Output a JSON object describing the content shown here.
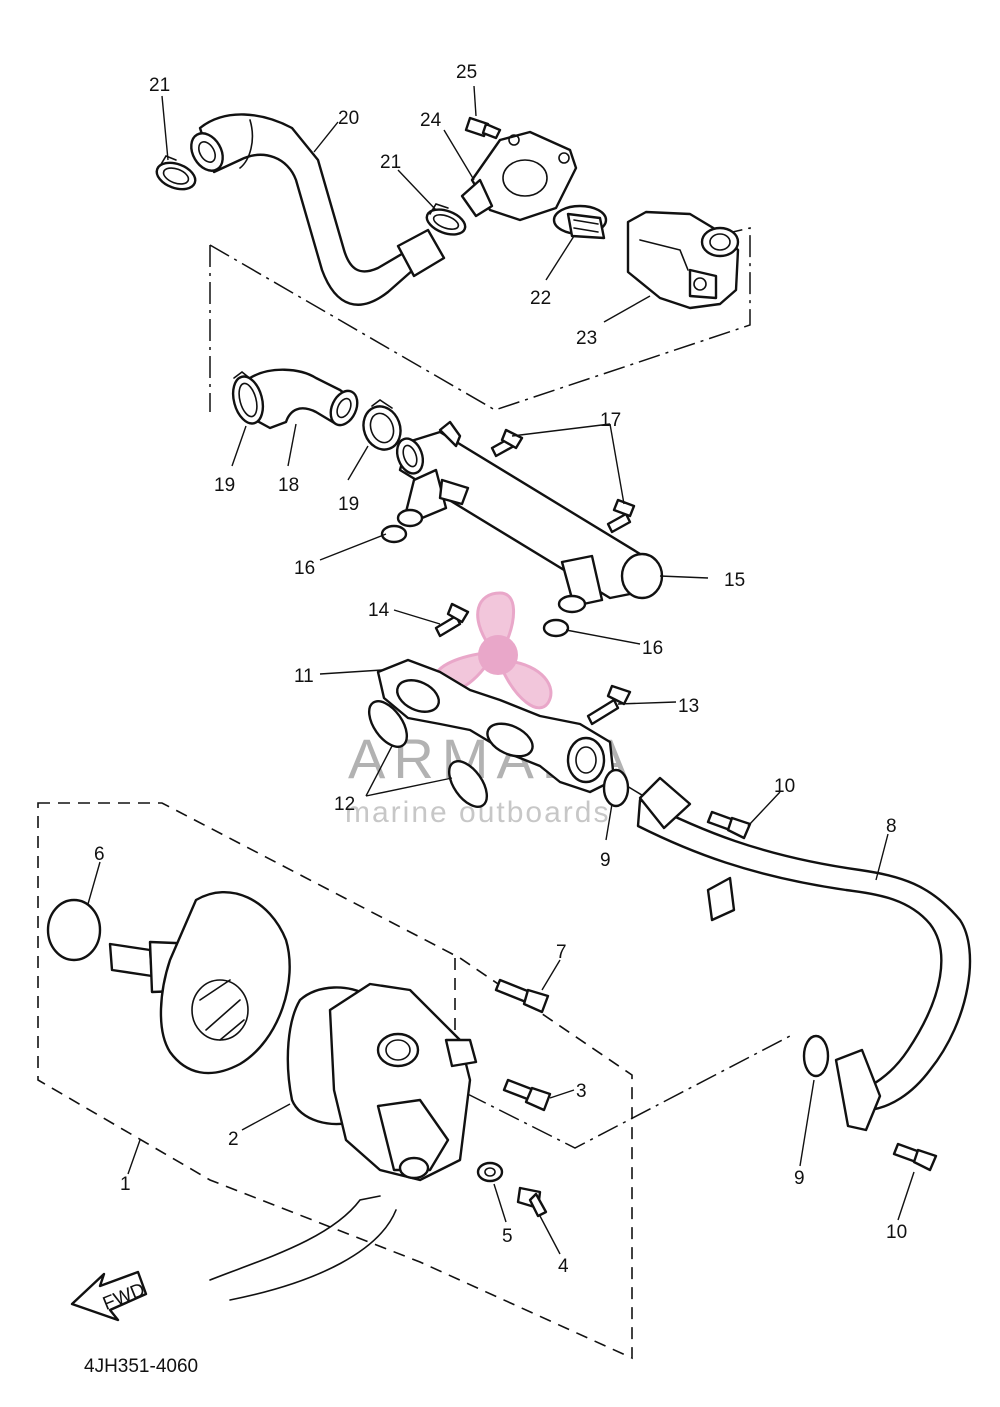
{
  "diagram_code": "4JH351-4060",
  "fwd_label": "FWD",
  "watermark": {
    "brand": "ARMADA",
    "subtitle": "marine outboards",
    "logo_color": "#e9a7c9"
  },
  "callouts": {
    "c1": "1",
    "c2": "2",
    "c3": "3",
    "c4": "4",
    "c5": "5",
    "c6": "6",
    "c7": "7",
    "c8": "8",
    "c9a": "9",
    "c9b": "9",
    "c10a": "10",
    "c10b": "10",
    "c11": "11",
    "c12": "12",
    "c13": "13",
    "c14": "14",
    "c15": "15",
    "c16a": "16",
    "c16b": "16",
    "c17": "17",
    "c18": "18",
    "c19a": "19",
    "c19b": "19",
    "c20": "20",
    "c21a": "21",
    "c21b": "21",
    "c22": "22",
    "c23": "23",
    "c24": "24",
    "c25": "25"
  }
}
